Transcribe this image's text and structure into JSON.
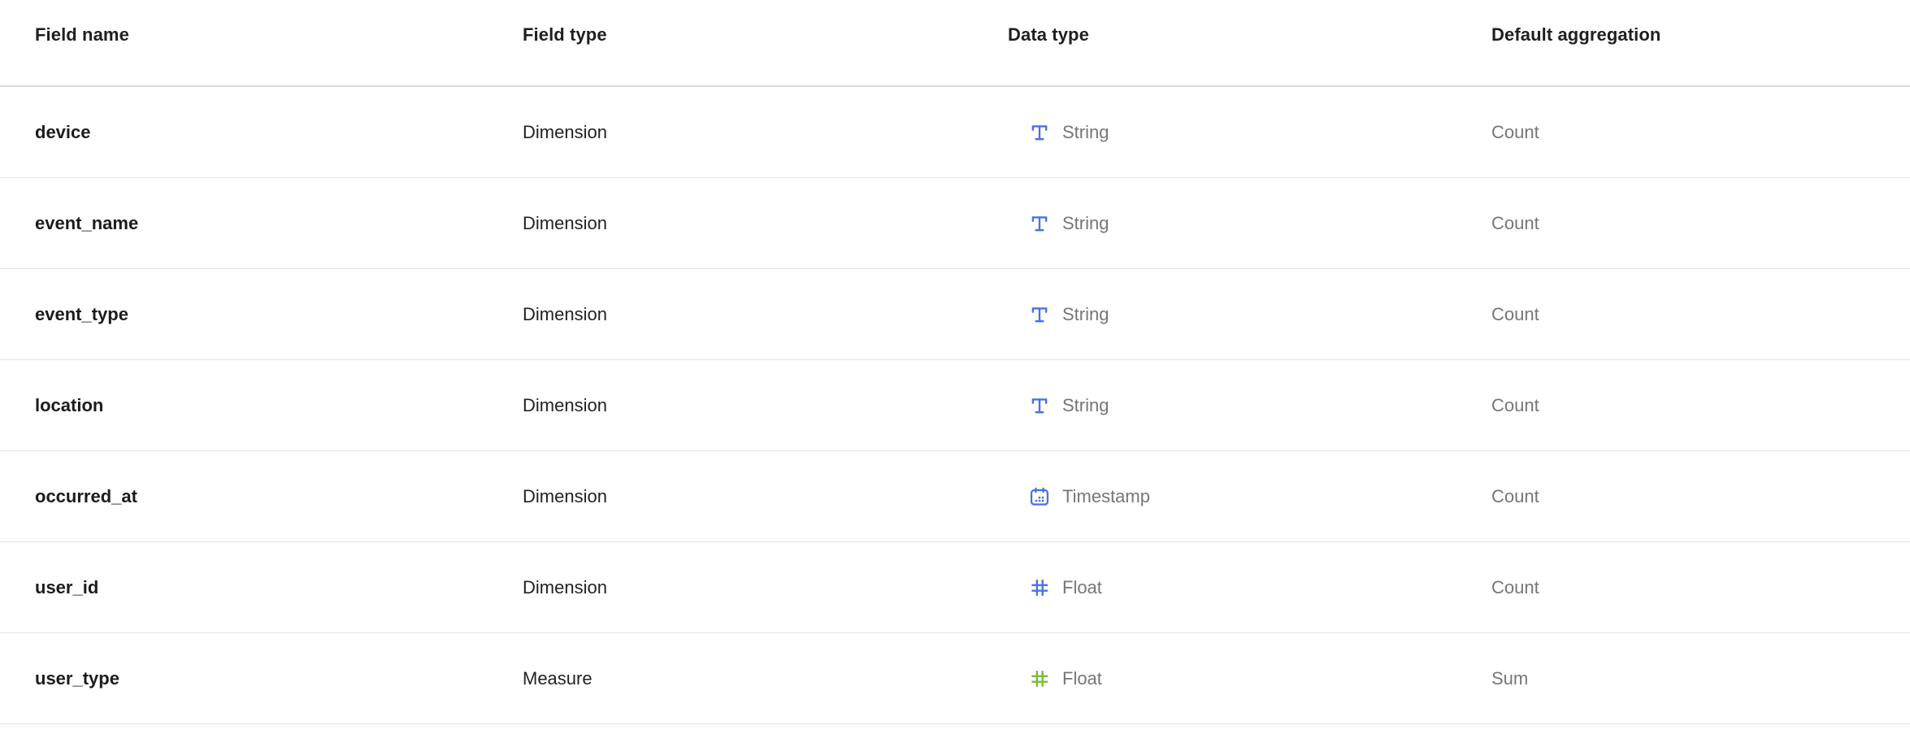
{
  "table": {
    "columns": [
      {
        "id": "field_name",
        "label": "Field name"
      },
      {
        "id": "field_type",
        "label": "Field type"
      },
      {
        "id": "data_type",
        "label": "Data type"
      },
      {
        "id": "default_aggregation",
        "label": "Default aggregation"
      }
    ],
    "rows": [
      {
        "field_name": "device",
        "field_type": "Dimension",
        "data_type": "String",
        "data_type_icon": "text-icon",
        "icon_color": "#4A71E4",
        "default_aggregation": "Count"
      },
      {
        "field_name": "event_name",
        "field_type": "Dimension",
        "data_type": "String",
        "data_type_icon": "text-icon",
        "icon_color": "#4A71E4",
        "default_aggregation": "Count"
      },
      {
        "field_name": "event_type",
        "field_type": "Dimension",
        "data_type": "String",
        "data_type_icon": "text-icon",
        "icon_color": "#4A71E4",
        "default_aggregation": "Count"
      },
      {
        "field_name": "location",
        "field_type": "Dimension",
        "data_type": "String",
        "data_type_icon": "text-icon",
        "icon_color": "#4A71E4",
        "default_aggregation": "Count"
      },
      {
        "field_name": "occurred_at",
        "field_type": "Dimension",
        "data_type": "Timestamp",
        "data_type_icon": "calendar-icon",
        "icon_color": "#4A71E4",
        "default_aggregation": "Count"
      },
      {
        "field_name": "user_id",
        "field_type": "Dimension",
        "data_type": "Float",
        "data_type_icon": "hash-icon",
        "icon_color": "#4A71E4",
        "default_aggregation": "Count"
      },
      {
        "field_name": "user_type",
        "field_type": "Measure",
        "data_type": "Float",
        "data_type_icon": "hash-icon",
        "icon_color": "#7CBA3B",
        "default_aggregation": "Sum"
      }
    ]
  },
  "colors": {
    "dimension_icon_blue": "#4A71E4",
    "measure_icon_green": "#7CBA3B",
    "muted_text": "#767676",
    "dark_text": "#1c1c1c",
    "header_divider": "#d9d9d9",
    "row_divider": "#e4e4e4",
    "background": "#ffffff"
  }
}
